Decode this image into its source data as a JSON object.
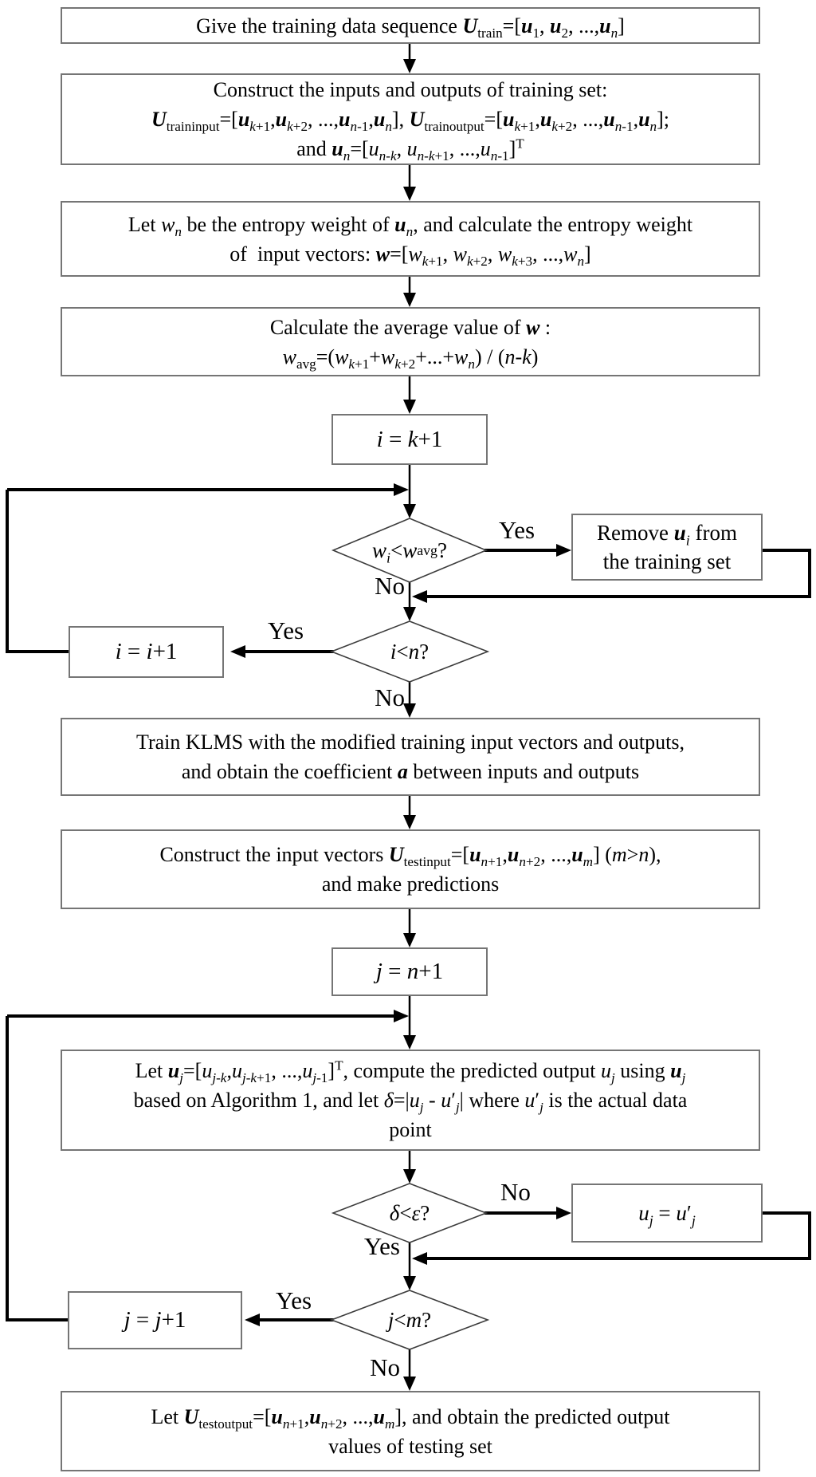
{
  "flowchart": {
    "nodes": {
      "training_sequence": {
        "lines": [
          "Give the training data sequence <b><i>U</i></b><sub>train</sub>=[<b><i>u</i></b><sub>1</sub>, <b><i>u</i></b><sub>2</sub>, ...,<b><i>u</i></b><sub><i>n</i></sub>]"
        ]
      },
      "construct_training_set": {
        "lines": [
          "Construct the inputs and outputs of training set:",
          "<b><i>U</i></b><sub>traininput</sub>=[<b><i>u</i></b><sub><i>k</i>+1</sub>,<b><i>u</i></b><sub><i>k</i>+2</sub>, ...,<b><i>u</i></b><sub><i>n</i>-1</sub>,<b><i>u</i></b><sub><i>n</i></sub>], <b><i>U</i></b><sub>trainoutput</sub>=[<b><i>u</i></b><sub><i>k</i>+1</sub>,<b><i>u</i></b><sub><i>k</i>+2</sub>, ...,<b><i>u</i></b><sub><i>n</i>-1</sub>,<b><i>u</i></b><sub><i>n</i></sub>];",
          "and <b><i>u</i></b><sub><i>n</i></sub>=[<i>u</i><sub><i>n-k</i></sub>, <i>u</i><sub><i>n-k</i>+1</sub>, ...,<i>u</i><sub><i>n</i>-1</sub>]<sup>T</sup>"
        ]
      },
      "entropy_weight": {
        "lines": [
          "Let <i>w</i><sub><i>n</i></sub> be the entropy weight of <b><i>u</i></b><sub><i>n</i></sub>, and calculate the entropy weight",
          "of&#160; input vectors: <b><i>w</i></b>=[<i>w</i><sub><i>k</i>+1</sub>, <i>w</i><sub><i>k</i>+2</sub>, <i>w</i><sub><i>k</i>+3</sub>, ...,<i>w</i><sub><i>n</i></sub>]"
        ]
      },
      "average_weight": {
        "lines": [
          "Calculate the average value of <b><i>w</i></b> :",
          "<i>w</i><sub>avg</sub>=(<i>w</i><sub><i>k</i>+1</sub>+<i>w</i><sub><i>k</i>+2</sub>+...+<i>w</i><sub><i>n</i></sub>) / (<i>n-k</i>)"
        ]
      },
      "init_i": {
        "lines": [
          "<i>i</i> = <i>k</i>+1"
        ]
      },
      "decision_weight": {
        "lines": [
          "<i>w<sub>i</sub></i> &lt; <i>w</i><sub>avg</sub> ?"
        ]
      },
      "remove_ui": {
        "lines": [
          "Remove <b><i>u</i></b><sub><i>i</i></sub> from",
          "the training set"
        ]
      },
      "decision_i": {
        "lines": [
          "<i>i</i> &lt; <i>n</i>?"
        ]
      },
      "increment_i": {
        "lines": [
          "<i>i</i> = <i>i</i>+1"
        ]
      },
      "train_klms": {
        "lines": [
          "Train KLMS with the modified training input vectors and outputs,",
          "and obtain the coefficient <b><i>a</i></b> between inputs and outputs"
        ]
      },
      "construct_test_set": {
        "lines": [
          "Construct the input vectors <b><i>U</i></b><sub>testinput</sub>=[<b><i>u</i></b><sub><i>n</i>+1</sub>,<b><i>u</i></b><sub><i>n</i>+2</sub>, ...,<b><i>u</i></b><sub><i>m</i></sub>] (<i>m</i>&gt;<i>n</i>),",
          "and make predictions"
        ]
      },
      "init_j": {
        "lines": [
          "<i>j</i> = <i>n</i>+1"
        ]
      },
      "predict_output": {
        "lines": [
          "Let <b><i>u</i></b><sub><i>j</i></sub>=[<i>u</i><sub><i>j-k</i></sub>,<i>u</i><sub><i>j-k</i>+1</sub>, ...,<i>u</i><sub><i>j</i>-1</sub>]<sup>T</sup>, compute the predicted output <i>u<sub>j</sub></i> using <b><i>u</i></b><sub><i>j</i></sub>",
          "based on Algorithm 1, and let <i>&#948;</i>=|<i>u<sub>j</sub></i> - <i>u</i>&#8242;<sub><i>j</i></sub>| where <i>u</i>&#8242;<sub><i>j</i></sub> is the actual data",
          "point"
        ]
      },
      "decision_delta": {
        "lines": [
          "<i>&#948;</i> &lt; <i>&#949;</i> ?"
        ]
      },
      "set_actual": {
        "lines": [
          "<i>u<sub>j</sub></i> = <i>u</i>&#8242;<sub><i>j</i></sub>"
        ]
      },
      "decision_j": {
        "lines": [
          "<i>j</i> &lt; <i>m</i> ?"
        ]
      },
      "increment_j": {
        "lines": [
          "<i>j</i> = <i>j</i>+1"
        ]
      },
      "test_output": {
        "lines": [
          "Let <b><i>U</i></b><sub>testoutput</sub>=[<b><i>u</i></b><sub><i>n</i>+1</sub>,<b><i>u</i></b><sub><i>n</i>+2</sub>, ...,<b><i>u</i></b><sub><i>m</i></sub>], and obtain the predicted output",
          "values of testing set"
        ]
      }
    },
    "edge_labels": {
      "yes": "Yes",
      "no": "No"
    },
    "colors": {
      "line": "#000000",
      "box_border": "#757575",
      "diamond_border": "#3c3c3c"
    }
  }
}
